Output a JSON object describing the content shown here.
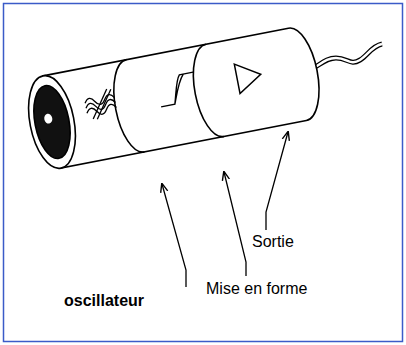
{
  "diagram": {
    "labels": [
      "Sortie",
      "Mise en forme",
      "oscillateur"
    ]
  }
}
